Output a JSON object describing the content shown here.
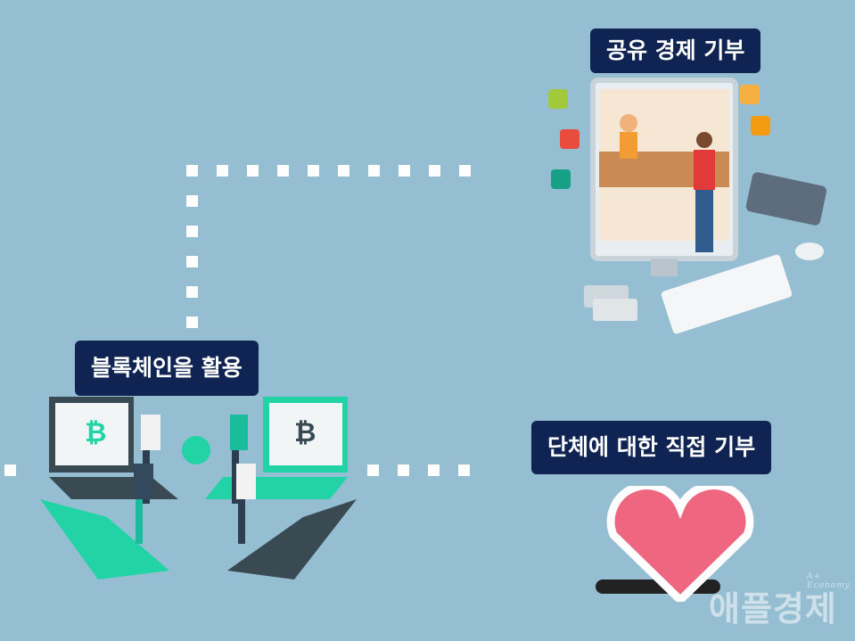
{
  "labels": {
    "sharing_economy": "공유 경제 기부",
    "blockchain": "블록체인을 활용",
    "direct_donation": "단체에 대한 직접 기부"
  },
  "watermark": {
    "name": "애플경제",
    "tagline": "A+ Economy"
  },
  "colors": {
    "background": "#95bed3",
    "label_bg": "#0f2453",
    "heart": "#ee6680",
    "teal": "#22d3a6"
  }
}
